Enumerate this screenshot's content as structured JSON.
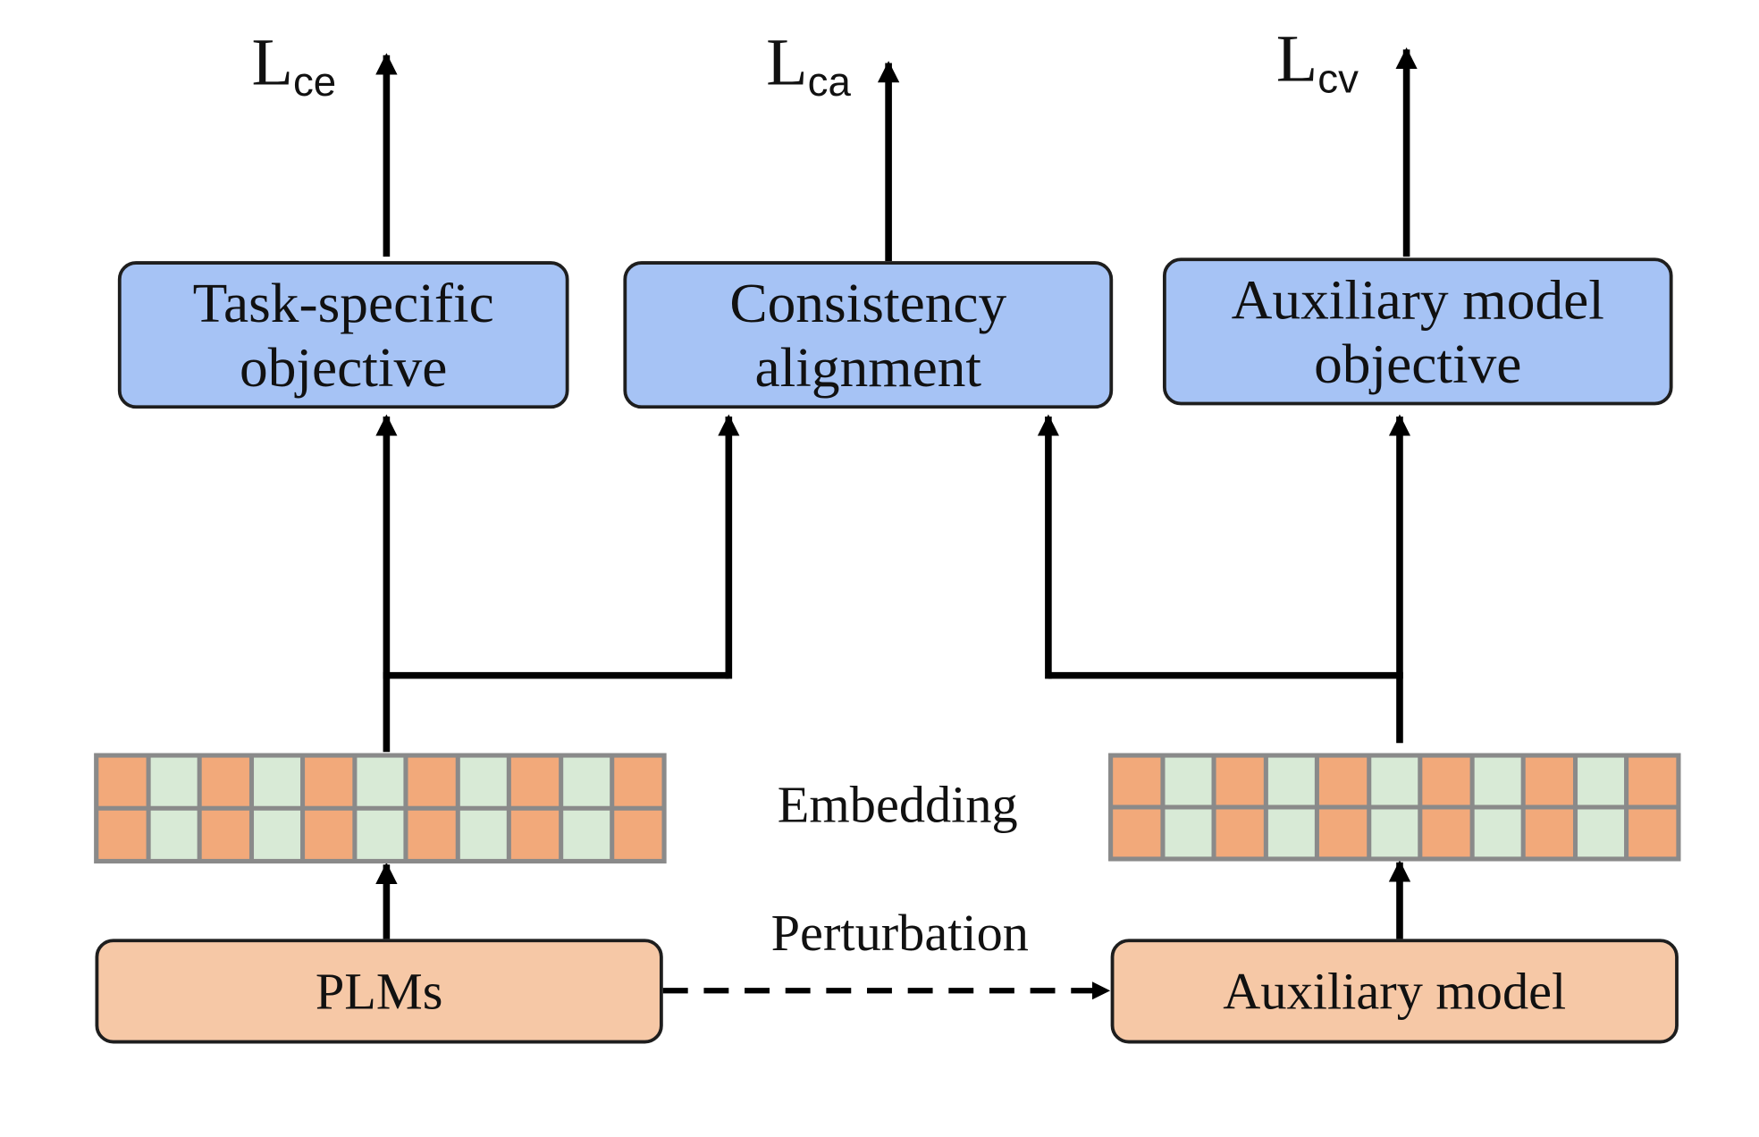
{
  "losses": {
    "ce": {
      "main": "L",
      "sub": "ce"
    },
    "ca": {
      "main": "L",
      "sub": "ca"
    },
    "cv": {
      "main": "L",
      "sub": "cv"
    }
  },
  "objectives": {
    "task": [
      "Task-specific",
      "objective"
    ],
    "consistency": [
      "Consistency",
      "alignment"
    ],
    "auxiliary": [
      "Auxiliary model",
      "objective"
    ]
  },
  "models": {
    "plm": "PLMs",
    "auxiliary": "Auxiliary model"
  },
  "labels": {
    "embedding": "Embedding",
    "perturbation": "Perturbation"
  },
  "colors": {
    "objective_fill": "#a6c3f5",
    "model_fill": "#f6c8a6",
    "embedding_orange": "#f2a97a",
    "embedding_green": "#d8ead6",
    "grid_border": "#8a8a8a",
    "arrow": "#000000"
  },
  "embedding": {
    "columns": 11,
    "rows": 2,
    "pattern": [
      "orange",
      "green"
    ]
  }
}
